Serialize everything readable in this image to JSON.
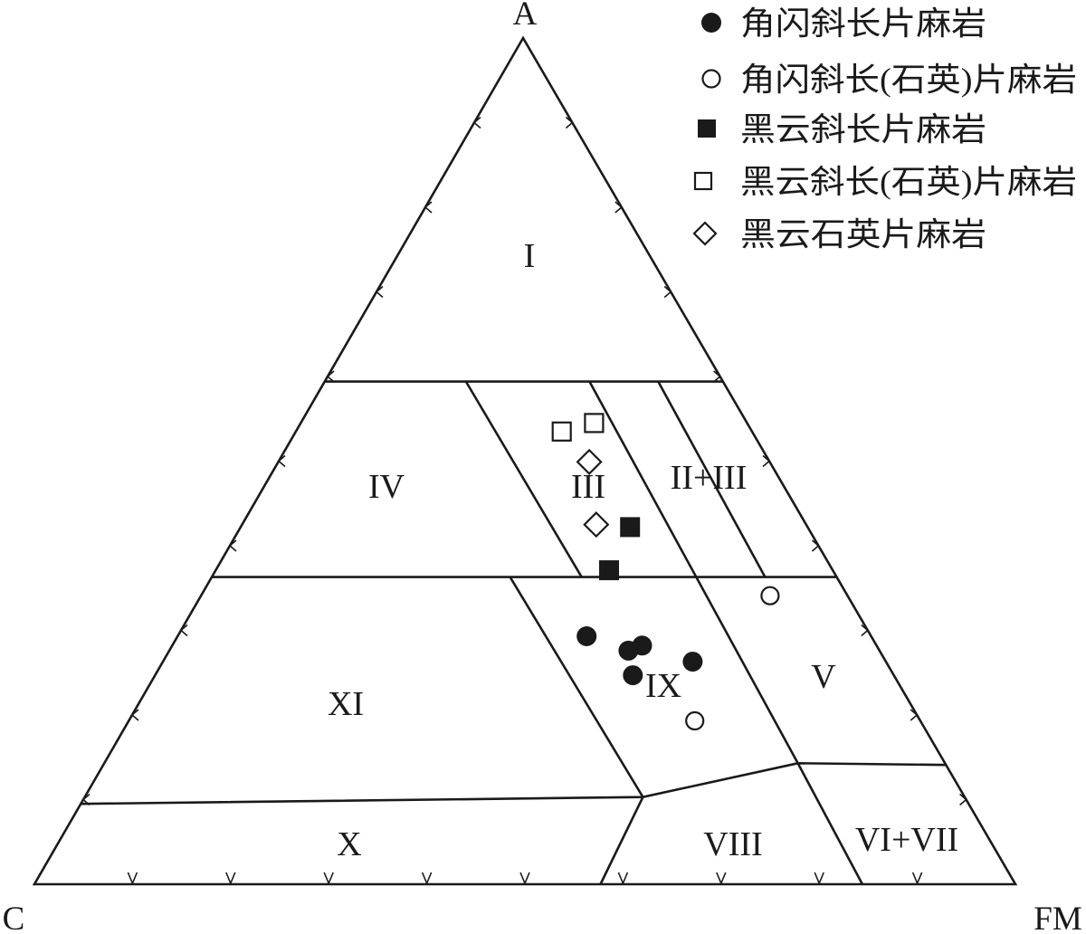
{
  "chart_data": {
    "type": "scatter",
    "coordinate_system": "ternary",
    "vertices": {
      "top": "A",
      "left": "C",
      "right": "FM"
    },
    "tick_interval": 10,
    "legend": "top-right",
    "fields": [
      "I",
      "II+III",
      "III",
      "IV",
      "V",
      "VI+VII",
      "VIII",
      "IX",
      "X",
      "XI"
    ],
    "boundaries": [
      [
        {
          "A": 59.4,
          "C": 40.6,
          "FM": 0
        },
        {
          "A": 59.4,
          "C": 0,
          "FM": 40.6
        }
      ],
      [
        {
          "A": 36.3,
          "C": 63.7,
          "FM": 0
        },
        {
          "A": 36.3,
          "C": 0,
          "FM": 63.7
        }
      ],
      [
        {
          "A": 59.4,
          "C": 26.2,
          "FM": 14.4
        },
        {
          "A": 36.3,
          "C": 26.0,
          "FM": 37.7
        }
      ],
      [
        {
          "A": 59.4,
          "C": 13.6,
          "FM": 27.0
        },
        {
          "A": 14.3,
          "C": 15.0,
          "FM": 70.7
        },
        {
          "A": 0,
          "C": 15.6,
          "FM": 84.4
        }
      ],
      [
        {
          "A": 59.4,
          "C": 6.6,
          "FM": 34.0
        },
        {
          "A": 36.3,
          "C": 7.3,
          "FM": 56.4
        }
      ],
      [
        {
          "A": 36.3,
          "C": 33.3,
          "FM": 30.4
        },
        {
          "A": 10.3,
          "C": 32.8,
          "FM": 56.9
        },
        {
          "A": 0,
          "C": 42.3,
          "FM": 57.7
        }
      ],
      [
        {
          "A": 9.5,
          "C": 90.5,
          "FM": 0
        },
        {
          "A": 10.3,
          "C": 32.8,
          "FM": 56.9
        },
        {
          "A": 14.3,
          "C": 15.0,
          "FM": 70.7
        },
        {
          "A": 14.1,
          "C": 0,
          "FM": 85.9
        }
      ]
    ],
    "series": [
      {
        "name": "角闪斜长片麻岩",
        "marker": "filled-circle",
        "points": [
          {
            "A": 29.3,
            "C": 29.0,
            "FM": 41.7
          },
          {
            "A": 27.6,
            "C": 25.6,
            "FM": 46.8
          },
          {
            "A": 28.2,
            "C": 23.9,
            "FM": 47.9
          },
          {
            "A": 26.3,
            "C": 19.7,
            "FM": 54.0
          },
          {
            "A": 24.7,
            "C": 26.6,
            "FM": 48.7
          }
        ]
      },
      {
        "name": "角闪斜长(石英)片麻岩",
        "marker": "open-circle",
        "points": [
          {
            "A": 34.1,
            "C": 7.9,
            "FM": 58.0
          },
          {
            "A": 19.3,
            "C": 23.0,
            "FM": 57.7
          }
        ]
      },
      {
        "name": "黑云斜长片麻岩",
        "marker": "filled-square",
        "points": [
          {
            "A": 42.2,
            "C": 18.1,
            "FM": 39.7
          },
          {
            "A": 37.1,
            "C": 22.8,
            "FM": 40.1
          }
        ]
      },
      {
        "name": "黑云斜长(石英)片麻岩",
        "marker": "open-square",
        "points": [
          {
            "A": 53.5,
            "C": 19.4,
            "FM": 27.1
          },
          {
            "A": 54.5,
            "C": 15.6,
            "FM": 29.9
          }
        ]
      },
      {
        "name": "黑云石英片麻岩",
        "marker": "open-diamond",
        "points": [
          {
            "A": 49.9,
            "C": 18.4,
            "FM": 31.7
          },
          {
            "A": 42.5,
            "C": 21.4,
            "FM": 36.1
          }
        ]
      }
    ]
  }
}
